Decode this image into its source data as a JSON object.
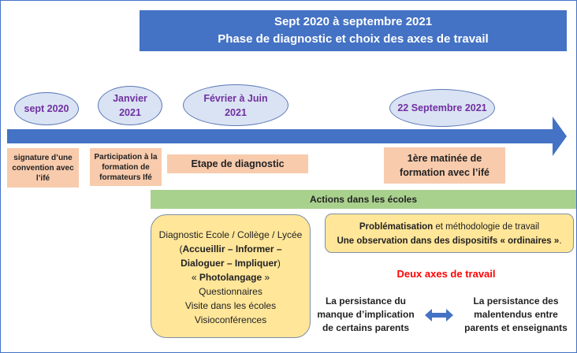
{
  "title": {
    "line1": "Sept 2020 à septembre 2021",
    "line2": "Phase de diagnostic et choix des axes de travail"
  },
  "dates": [
    {
      "line1": "sept 2020",
      "line2": ""
    },
    {
      "line1": "Janvier",
      "line2": "2021"
    },
    {
      "line1": "Février à Juin",
      "line2": "2021"
    },
    {
      "line1": "22 Septembre 2021",
      "line2": ""
    }
  ],
  "steps": [
    {
      "line1": "signature d’une",
      "line2": "convention avec",
      "line3": "l’ifé"
    },
    {
      "line1": "Participation à la",
      "line2": "formation de",
      "line3": "formateurs Ifé"
    },
    {
      "line1": "Etape de diagnostic"
    },
    {
      "line1": "1ère matinée de",
      "line2": "formation avec l’ifé"
    }
  ],
  "actions_label": "Actions dans les écoles",
  "diagnostic_box": {
    "l1": "Diagnostic Ecole / Collège / Lycée",
    "l2a": "(",
    "l2b": "Accueillir – Informer –",
    "l3a": "Dialoguer – Impliquer",
    "l3b": ")",
    "l4a": "« ",
    "l4b": "Photolangage",
    "l4c": " »",
    "l5": "Questionnaires",
    "l6": "Visite dans les écoles",
    "l7": "Visioconférences"
  },
  "method_box": {
    "l1a": "Problématisation",
    "l1b": " et méthodologie de travail",
    "l2": "Une observation dans des dispositifs « ordinaires »",
    "l2end": "."
  },
  "axes_title": "Deux axes de travail",
  "axis_left": {
    "l1": "La persistance du",
    "l2": "manque d’implication",
    "l3": "de certains parents"
  },
  "axis_right": {
    "l1": "La persistance des",
    "l2": "malentendus entre",
    "l3": "parents et enseignants"
  },
  "colors": {
    "blue": "#4472c4",
    "purple": "#7030a0",
    "orange": "#f8cbad",
    "green": "#a9d18e",
    "yellow": "#ffe699",
    "red": "#ff0000"
  }
}
